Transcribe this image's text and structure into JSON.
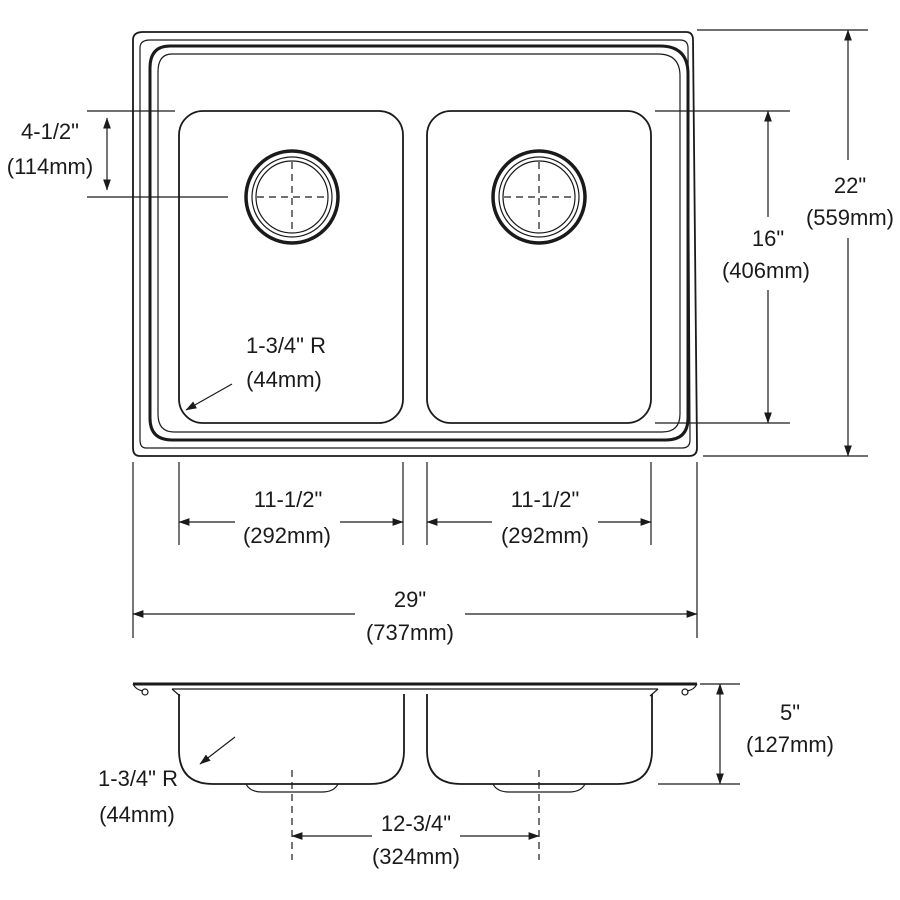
{
  "top_view": {
    "width": {
      "imperial": "29\"",
      "metric": "(737mm)"
    },
    "depth": {
      "imperial": "22\"",
      "metric": "(559mm)"
    },
    "bowl_length": {
      "imperial": "16\"",
      "metric": "(406mm)"
    },
    "bowl_left_width": {
      "imperial": "11-1/2\"",
      "metric": "(292mm)"
    },
    "bowl_right_width": {
      "imperial": "11-1/2\"",
      "metric": "(292mm)"
    },
    "drain_offset": {
      "imperial": "4-1/2\"",
      "metric": "(114mm)"
    },
    "corner_radius": {
      "imperial": "1-3/4\" R",
      "metric": "(44mm)"
    }
  },
  "side_view": {
    "bowl_depth": {
      "imperial": "5\"",
      "metric": "(127mm)"
    },
    "drain_spacing": {
      "imperial": "12-3/4\"",
      "metric": "(324mm)"
    },
    "corner_radius": {
      "imperial": "1-3/4\" R",
      "metric": "(44mm)"
    }
  }
}
